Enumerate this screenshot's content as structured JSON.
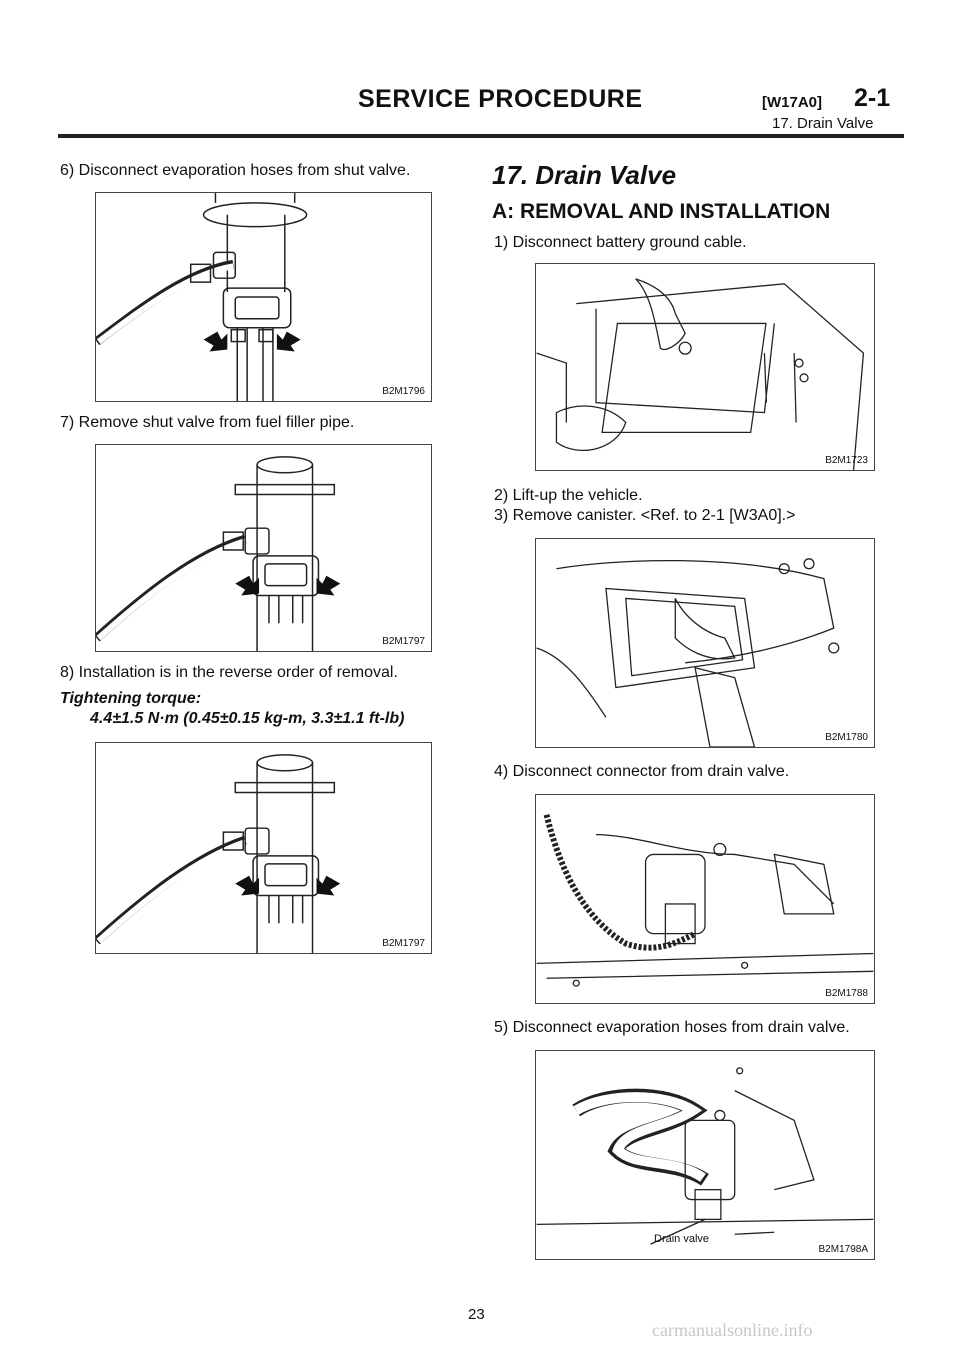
{
  "header": {
    "title": "SERVICE PROCEDURE",
    "code": "[W17A0]",
    "section": "2-1",
    "subtitle": "17. Drain Valve"
  },
  "left": {
    "step6": "6) Disconnect evaporation hoses from shut valve.",
    "fig1_label": "B2M1796",
    "step7": "7) Remove shut valve from fuel filler pipe.",
    "fig2_label": "B2M1797",
    "step8": "8) Installation is in the reverse order of removal.",
    "torque_label": "Tightening torque:",
    "torque_value": "4.4±1.5 N·m (0.45±0.15 kg-m, 3.3±1.1 ft-lb)",
    "fig3_label": "B2M1797"
  },
  "right": {
    "section_title": "17. Drain Valve",
    "subsection_title": "A: REMOVAL AND INSTALLATION",
    "step1": "1) Disconnect battery ground cable.",
    "fig4_label": "B2M1723",
    "step2": "2) Lift-up the vehicle.",
    "step3": "3) Remove canister. <Ref. to 2-1 [W3A0].>",
    "fig5_label": "B2M1780",
    "step4": "4) Disconnect connector from drain valve.",
    "fig6_label": "B2M1788",
    "step5": "5) Disconnect evaporation hoses from drain valve.",
    "fig7_label": "B2M1798A",
    "fig7_callout": "Drain valve"
  },
  "page_number": "23",
  "footer": "carmanualsonline.info"
}
